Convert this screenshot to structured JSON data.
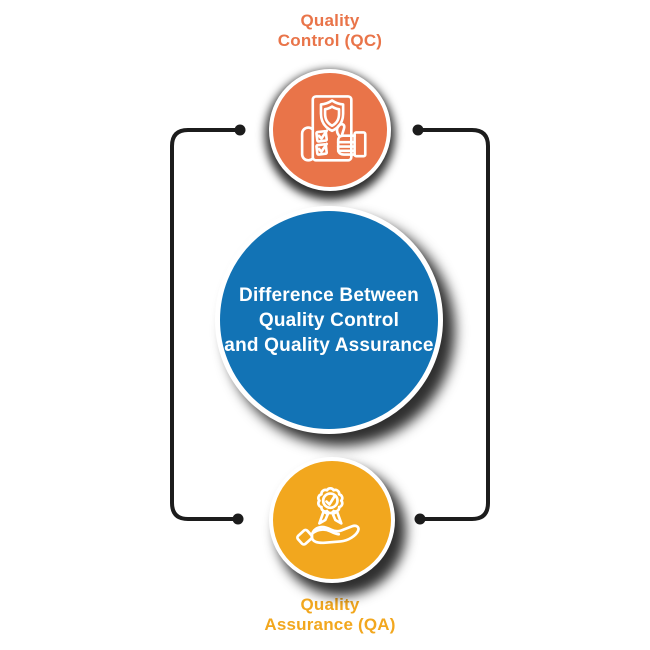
{
  "title": "Difference Between Quality Control and Quality Assurance infographic",
  "colors": {
    "orange": "#E97449",
    "blue": "#1273B5",
    "yellow": "#F2A71E",
    "line": "#1C1C1C",
    "white": "#FFFFFF",
    "bg": "#FFFFFF"
  },
  "labels": {
    "qc": {
      "text": "Quality\nControl (QC)"
    },
    "qa": {
      "text": "Quality\nAssurance (QA)"
    }
  },
  "center": {
    "text": "Difference Between\nQuality Control\nand Quality Assurance"
  },
  "icons": {
    "qc": "clipboard-with-shield-checkboxes-and-thumbs-up",
    "qa": "hand-holding-award-badge-with-checkmark"
  }
}
